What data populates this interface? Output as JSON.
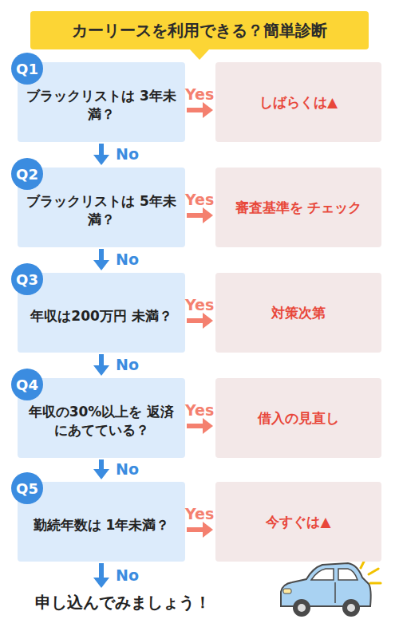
{
  "diagram": {
    "title": "カーリースを利用できる？簡単診断",
    "nodes": [
      {
        "text": [
          "Q1",
          "ブラックリストは 3年未満？"
        ]
      },
      {
        "text": [
          "しばらくは▲"
        ]
      },
      {
        "text": [
          "Q2",
          "ブラックリストは 5年未満？"
        ]
      },
      {
        "text": [
          "審査基準を チェック"
        ]
      },
      {
        "text": [
          "Q3",
          "年収は200万円 未満？"
        ]
      },
      {
        "text": [
          "対策次第"
        ]
      },
      {
        "text": [
          "Q4",
          "年収の30%以上を 返済にあてている？"
        ]
      },
      {
        "text": [
          "借入の見直し"
        ]
      },
      {
        "text": [
          "Q5",
          "勤続年数は 1年未満？"
        ]
      },
      {
        "text": [
          "今すぐは▲"
        ]
      },
      {
        "text": [
          "申し込んでみましょう！"
        ]
      }
    ],
    "edges": [
      {
        "from": 0,
        "to": 1,
        "label": "Yes",
        "arrow": "to"
      },
      {
        "from": 0,
        "to": 2,
        "label": "No",
        "arrow": "to"
      },
      {
        "from": 2,
        "to": 3,
        "label": "Yes",
        "arrow": "to"
      },
      {
        "from": 2,
        "to": 4,
        "label": "No",
        "arrow": "to"
      },
      {
        "from": 4,
        "to": 5,
        "label": "Yes",
        "arrow": "to"
      },
      {
        "from": 4,
        "to": 6,
        "label": "No",
        "arrow": "to"
      },
      {
        "from": 6,
        "to": 7,
        "label": "Yes",
        "arrow": "to"
      },
      {
        "from": 6,
        "to": 8,
        "label": "No",
        "arrow": "to"
      },
      {
        "from": 8,
        "to": 9,
        "label": "Yes",
        "arrow": "to"
      },
      {
        "from": 8,
        "to": 10,
        "label": "No",
        "arrow": "to"
      }
    ]
  }
}
